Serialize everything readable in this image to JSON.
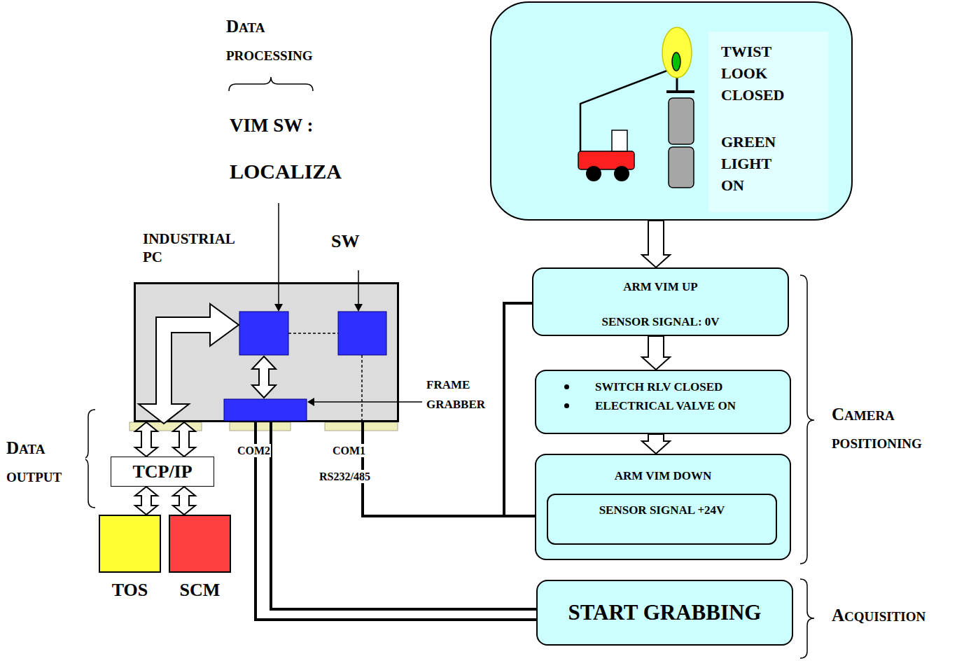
{
  "diagram": {
    "nodes": [
      {
        "text": [
          "INDUSTRIAL PC"
        ]
      },
      {
        "text": [
          "TCP/IP"
        ]
      },
      {
        "text": [
          "TOS"
        ]
      },
      {
        "text": [
          "SCM"
        ]
      },
      {
        "text": [
          "TWIST LOOK CLOSED",
          "GREEN LIGHT ON"
        ]
      },
      {
        "text": [
          "ARM VIM UP",
          "SENSOR SIGNAL: 0V"
        ]
      },
      {
        "text": [
          "SWITCH RLV CLOSED",
          "ELECTRICAL VALVE ON"
        ]
      },
      {
        "text": [
          "ARM VIM DOWN"
        ]
      },
      {
        "text": [
          "SENSOR SIGNAL +24V"
        ],
        "in": 7
      },
      {
        "text": [
          "START GRABBING"
        ]
      }
    ],
    "edges": [
      {
        "from": 4,
        "to": 5,
        "arrow": "to"
      },
      {
        "from": 5,
        "to": 6,
        "arrow": "to"
      },
      {
        "from": 6,
        "to": 7,
        "arrow": "to"
      },
      {
        "from": 0,
        "to": 1,
        "arrow": "both"
      },
      {
        "from": 0,
        "to": 1,
        "arrow": "both"
      },
      {
        "from": 1,
        "to": 2,
        "arrow": "both"
      },
      {
        "from": 1,
        "to": 3,
        "arrow": "both"
      },
      {
        "from": 0,
        "to": 9,
        "arrow": "none"
      },
      {
        "from": 0,
        "to": 5,
        "arrow": "none"
      },
      {
        "from": 0,
        "to": 8,
        "arrow": "none"
      }
    ],
    "labels": [
      "DATA PROCESSING",
      "VIM SW :",
      "LOCALIZA",
      "SW",
      "FRAME GRABBER",
      "COM2",
      "COM1",
      "RS232/485",
      "DATA OUTPUT",
      "CAMERA POSITIONING",
      "ACQUISITION"
    ]
  }
}
